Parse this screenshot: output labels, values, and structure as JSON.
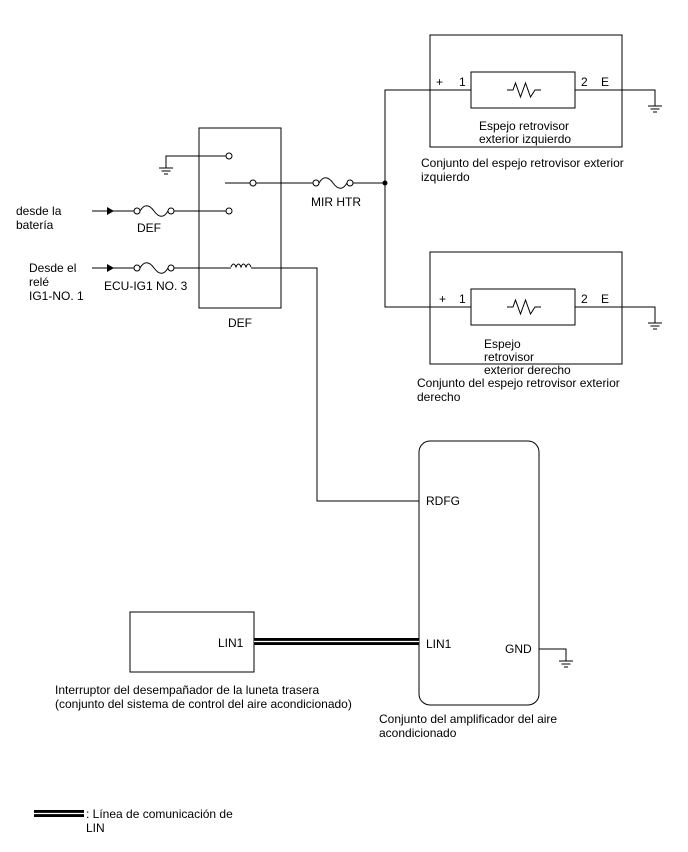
{
  "mirror_left": {
    "plus": "+",
    "pin1": "1",
    "pin2": "2",
    "terminal_e": "E",
    "element_label_1": "Espejo retrovisor",
    "element_label_2": "exterior izquierdo",
    "assembly_label_1": "Conjunto del espejo retrovisor exterior",
    "assembly_label_2": "izquierdo"
  },
  "mirror_right": {
    "plus": "+",
    "pin1": "1",
    "pin2": "2",
    "terminal_e": "E",
    "element_label_1": "Espejo",
    "element_label_2": "retrovisor",
    "element_label_3": "exterior derecho",
    "assembly_label_1": "Conjunto del espejo retrovisor exterior",
    "assembly_label_2": "derecho"
  },
  "relay": {
    "label": "DEF",
    "fuse_mir_htr": "MIR HTR",
    "fuse_def": "DEF",
    "fuse_ecu": "ECU-IG1 NO. 3",
    "from_battery_1": "desde la",
    "from_battery_2": "batería",
    "from_relay_1": "Desde el",
    "from_relay_2": "relé",
    "from_relay_3": "IG1-NO. 1"
  },
  "amplifier": {
    "rdfg": "RDFG",
    "lin1": "LIN1",
    "gnd": "GND",
    "label_1": "Conjunto del amplificador del aire",
    "label_2": "acondicionado"
  },
  "switch": {
    "lin1": "LIN1",
    "label_1": "Interruptor del desempañador de la luneta trasera",
    "label_2": "(conjunto del sistema de control del aire acondicionado)"
  },
  "legend": {
    "text_1": ": Línea de comunicación de",
    "text_2": "LIN"
  }
}
